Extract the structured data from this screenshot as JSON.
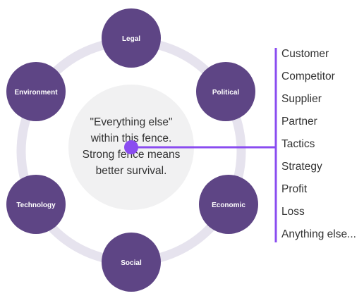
{
  "center": {
    "lines": [
      "\"Everything else\"",
      "within this fence.",
      "Strong fence means",
      "better survival."
    ]
  },
  "nodes": [
    {
      "label": "Legal"
    },
    {
      "label": "Political"
    },
    {
      "label": "Economic"
    },
    {
      "label": "Social"
    },
    {
      "label": "Technology"
    },
    {
      "label": "Environment"
    }
  ],
  "list_items": [
    "Customer",
    "Competitor",
    "Supplier",
    "Partner",
    "Tactics",
    "Strategy",
    "Profit",
    "Loss",
    "Anything else..."
  ],
  "colors": {
    "node_fill": "#5e4585",
    "ring": "#e6e3ee",
    "center_fill": "#f1f1f2",
    "connector": "#8a4cf0",
    "text": "#333333"
  }
}
